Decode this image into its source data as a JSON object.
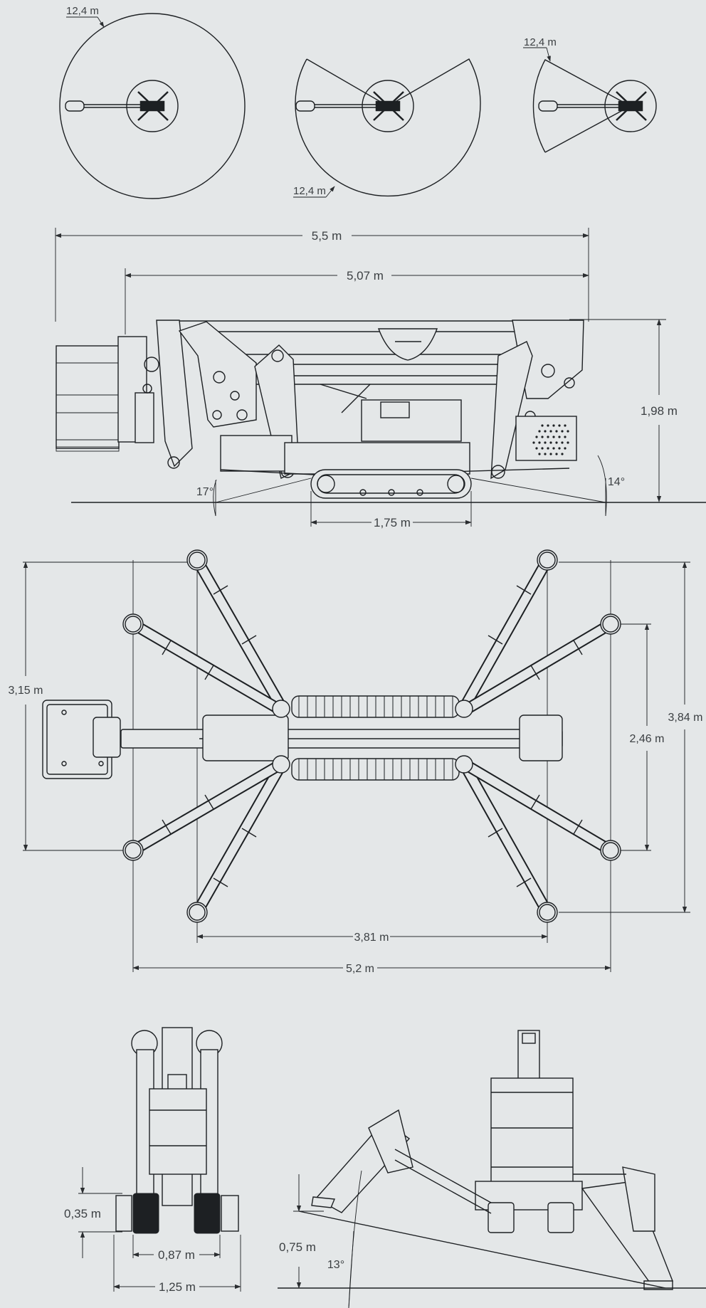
{
  "reach": {
    "label_full": "12,4 m",
    "label_half": "12,4 m",
    "label_quarter": "12,4 m"
  },
  "side_view": {
    "overall_length": "5,5 m",
    "transport_length": "5,07 m",
    "height": "1,98 m",
    "track_length": "1,75 m",
    "angle_front": "17°",
    "angle_rear": "14°"
  },
  "top_view": {
    "width_total": "3,15 m",
    "width_outriggers": "3,84 m",
    "width_inner": "2,46 m",
    "length_inner": "3,81 m",
    "length_outer": "5,2 m"
  },
  "front_view": {
    "ground_clearance": "0,35 m",
    "track_gauge": "0,87 m",
    "width": "1,25 m"
  },
  "leveling_view": {
    "lift_height": "0,75 m",
    "slope_angle": "13°"
  }
}
